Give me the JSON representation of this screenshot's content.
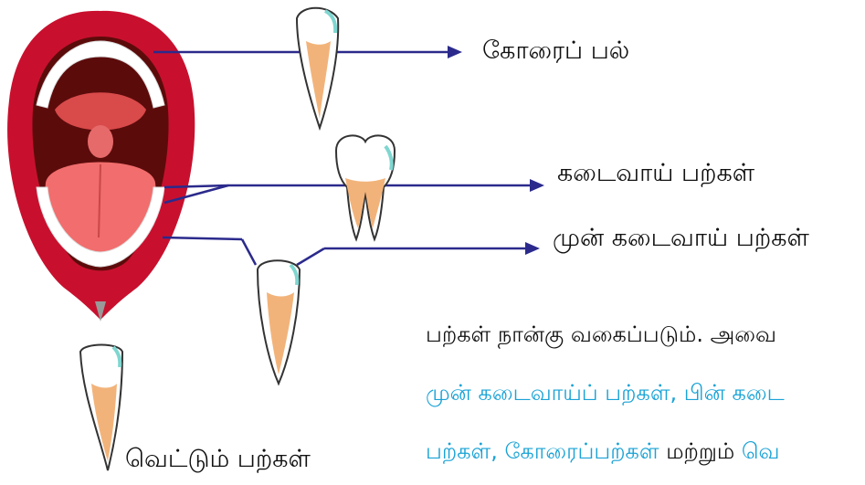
{
  "labels": {
    "canine": "கோரைப் பல்",
    "molars": "கடைவாய் பற்கள்",
    "premolars": "முன் கடைவாய் பற்கள்",
    "incisors": "வெட்டும் பற்கள்"
  },
  "paragraph": {
    "line1": "பற்கள் நான்கு வகைப்படும். அவை",
    "line2": "முன் கடைவாய்ப் பற்கள், பின் கடை",
    "line3_blue": "பற்கள், கோரைப்பற்கள்",
    "line3_black": " மற்றும் ",
    "line3_tail": "வெ"
  },
  "colors": {
    "lip": "#c8102e",
    "mouth_dark": "#5c0b0b",
    "tongue": "#f26d6d",
    "gum": "#ffffff",
    "pointer_line": "#2b2a8c",
    "tooth_root": "#f2b37a",
    "tooth_tip": "#7fd6d0",
    "paragraph_blue": "#1aa3d6"
  }
}
